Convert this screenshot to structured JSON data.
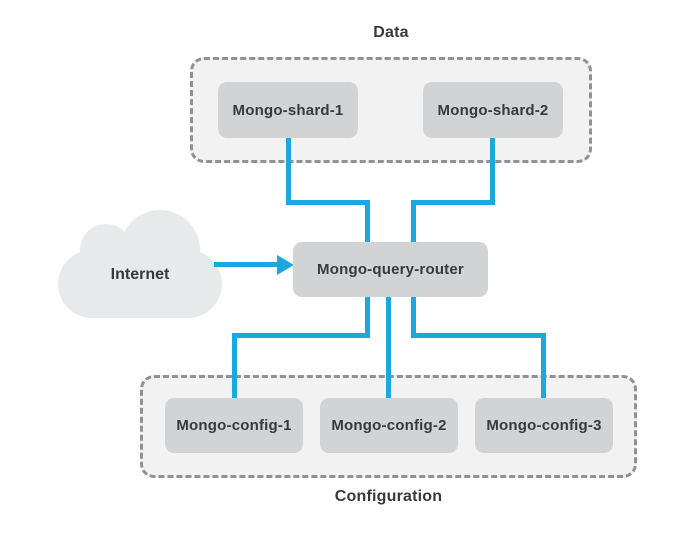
{
  "diagram": {
    "kind": "mongodb-sharded-cluster-architecture",
    "groups": {
      "data": {
        "label": "Data",
        "nodes": [
          {
            "label": "Mongo-shard-1"
          },
          {
            "label": "Mongo-shard-2"
          }
        ]
      },
      "configuration": {
        "label": "Configuration",
        "nodes": [
          {
            "label": "Mongo-config-1"
          },
          {
            "label": "Mongo-config-2"
          },
          {
            "label": "Mongo-config-3"
          }
        ]
      }
    },
    "router": {
      "label": "Mongo-query-router"
    },
    "internet": {
      "label": "Internet"
    },
    "edges": [
      "Mongo-shard-1 — Mongo-query-router",
      "Mongo-shard-2 — Mongo-query-router",
      "Internet → Mongo-query-router",
      "Mongo-query-router — Mongo-config-1",
      "Mongo-query-router — Mongo-config-2",
      "Mongo-query-router — Mongo-config-3"
    ]
  },
  "colors": {
    "connector_blue": "#1aa8e0",
    "node_fill": "#d2d3d4",
    "group_fill": "#f2f2f3",
    "group_border": "#8f9194",
    "cloud_fill": "#e8e9ea",
    "label_text": "#39393b",
    "canvas_bg": "#ffffff"
  }
}
